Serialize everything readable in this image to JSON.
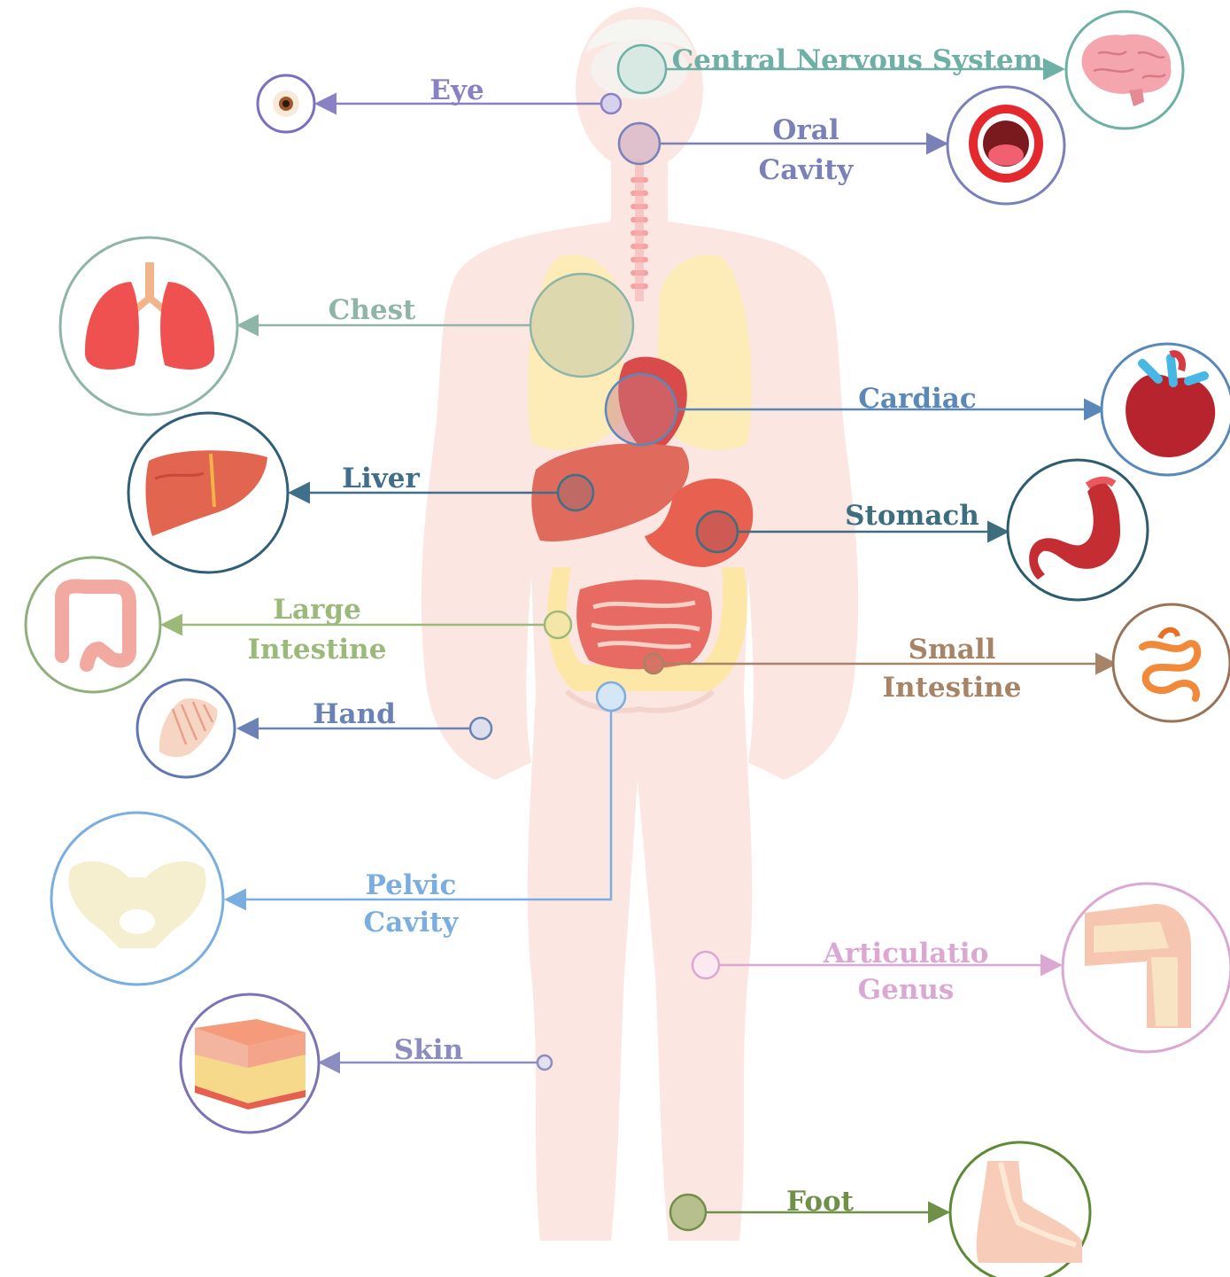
{
  "labels": {
    "cns": "Central Nervous System",
    "eye": "Eye",
    "oral_1": "Oral",
    "oral_2": "Cavity",
    "chest": "Chest",
    "cardiac": "Cardiac",
    "liver": "Liver",
    "stomach": "Stomach",
    "large_1": "Large",
    "large_2": "Intestine",
    "small_1": "Small",
    "small_2": "Intestine",
    "hand": "Hand",
    "pelvic_1": "Pelvic",
    "pelvic_2": "Cavity",
    "genus_1": "Articulatio",
    "genus_2": "Genus",
    "skin": "Skin",
    "foot": "Foot"
  },
  "icons": {
    "cns": "brain-icon",
    "eye": "eye-icon",
    "oral": "mouth-icon",
    "chest": "lungs-icon",
    "cardiac": "heart-icon",
    "liver": "liver-icon",
    "stomach": "stomach-icon",
    "large_intestine": "large-intestine-icon",
    "small_intestine": "small-intestine-icon",
    "hand": "hand-icon",
    "pelvic": "pelvis-icon",
    "genus": "knee-icon",
    "skin": "skin-icon",
    "foot": "foot-icon"
  },
  "colors": {
    "cns": "#6fb0a6",
    "eye": "#8a80c4",
    "oral": "#7a80b8",
    "chest": "#8fb5a8",
    "cardiac": "#5a88b8",
    "liver": "#3f6f8a",
    "stomach": "#3d6e80",
    "large_intestine": "#9bba7a",
    "small_intestine": "#a88466",
    "hand": "#6a82b4",
    "pelvic": "#7aaee0",
    "genus": "#dba8d4",
    "skin": "#8c8cc0",
    "foot": "#6f9048",
    "body": "#fbe6e1"
  }
}
